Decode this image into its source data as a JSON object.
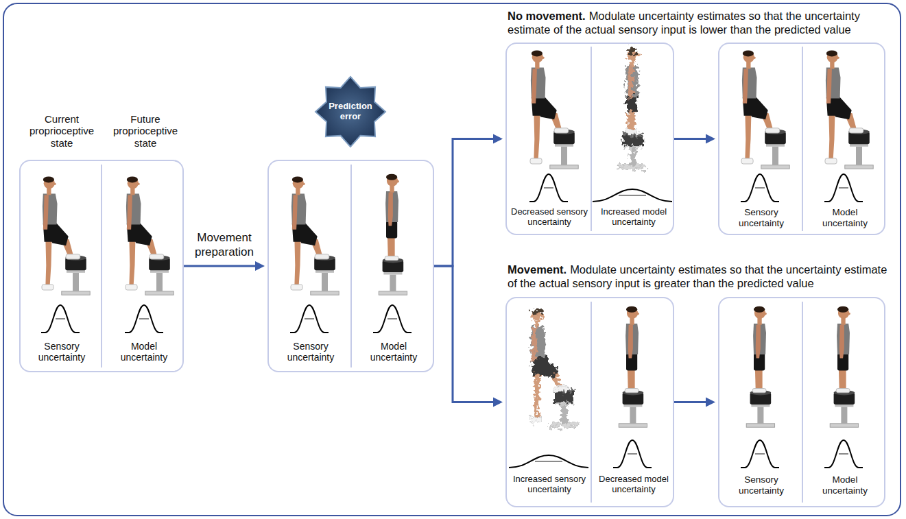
{
  "diagram": {
    "nodes": [
      {
        "text": [
          "Current proprioceptive state",
          "Future proprioceptive state",
          "Sensory uncertainty",
          "Model uncertainty"
        ]
      },
      {
        "text": [
          "Prediction error"
        ]
      },
      {
        "text": [
          "Sensory uncertainty",
          "Model uncertainty"
        ]
      },
      {
        "text": [
          "Decreased sensory uncertainty",
          "Increased model uncertainty"
        ]
      },
      {
        "text": [
          "Sensory uncertainty",
          "Model uncertainty"
        ]
      },
      {
        "text": [
          "Increased sensory uncertainty",
          "Decreased model uncertainty"
        ]
      },
      {
        "text": [
          "Sensory uncertainty",
          "Model uncertainty"
        ]
      }
    ],
    "edges": [
      {
        "from": 0,
        "to": 2,
        "arrow": "to",
        "label": "Movement preparation"
      },
      {
        "from": 2,
        "to": 3,
        "arrow": "to"
      },
      {
        "from": 2,
        "to": 5,
        "arrow": "to"
      },
      {
        "from": 3,
        "to": 4,
        "arrow": "to"
      },
      {
        "from": 5,
        "to": 6,
        "arrow": "to"
      }
    ],
    "labels": [
      "No movement.",
      "Modulate uncertainty estimates so that the uncertainty estimate of the actual sensory input is lower than the predicted value",
      "Movement.",
      "Modulate uncertainty estimates so that the uncertainty estimate of the actual sensory input is greater than the predicted value"
    ]
  }
}
